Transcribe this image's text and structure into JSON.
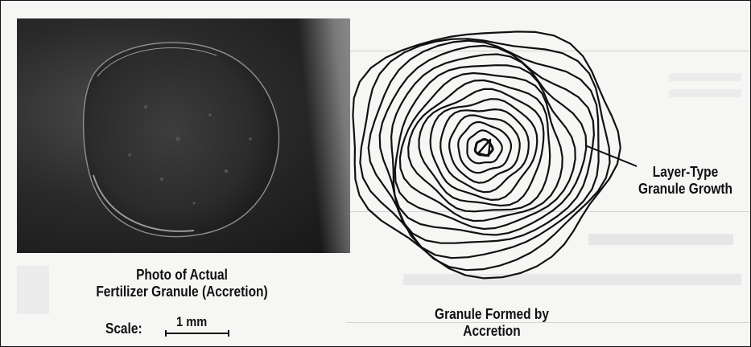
{
  "photo_panel": {
    "caption_line1": "Photo of Actual",
    "caption_line2": "Fertilizer Granule (Accretion)",
    "scale_label": "Scale:",
    "scale_value": "1 mm"
  },
  "diagram_panel": {
    "callout_line1": "Layer-Type",
    "callout_line2": "Granule Growth",
    "caption_line1": "Granule Formed by",
    "caption_line2": "Accretion"
  }
}
